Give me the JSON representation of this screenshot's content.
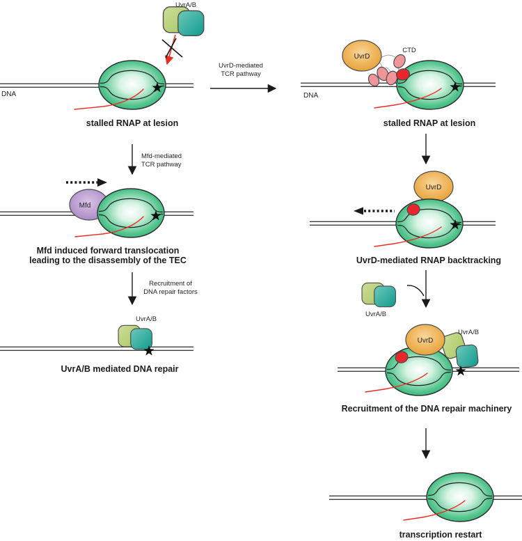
{
  "labels": {
    "uvra_b": "UvrA/B",
    "uvrd": "UvrD",
    "mfd": "Mfd",
    "ctd": "CTD",
    "dna": "DNA"
  },
  "pathway_arrows": {
    "uvrd_tcr": {
      "line1": "UvrD-mediated",
      "line2": "TCR pathway"
    },
    "mfd_tcr": {
      "line1": "Mfd-mediated",
      "line2": "TCR pathway"
    },
    "repair_recruitment": {
      "line1": "Recruitment of",
      "line2": "DNA repair factors"
    }
  },
  "captions": {
    "stalled_rnap_left": "stalled RNAP at lesion",
    "stalled_rnap_right": "stalled RNAP at lesion",
    "mfd_translocation_1": "Mfd induced forward translocation",
    "mfd_translocation_2": "leading to the disassembly of the TEC",
    "uvrab_repair": "UvrA/B mediated DNA repair",
    "uvrd_backtracking": "UvrD-mediated RNAP backtracking",
    "recruitment_machinery": "Recruitment of the DNA repair machinery",
    "transcription_restart": "transcription restart"
  },
  "colors": {
    "rnap_green": "#29b26e",
    "uvrd_orange": "#e8a33c",
    "mfd_purple": "#a888c4",
    "uvra_light_green": "#b5cf6e",
    "uvrb_teal": "#16a295",
    "ctd_pink": "#f0969b",
    "lesion_red": "#e8262d",
    "rna_red": "#ed2b24",
    "dna_gray": "#3d3d3f",
    "text_black": "#231f20"
  }
}
